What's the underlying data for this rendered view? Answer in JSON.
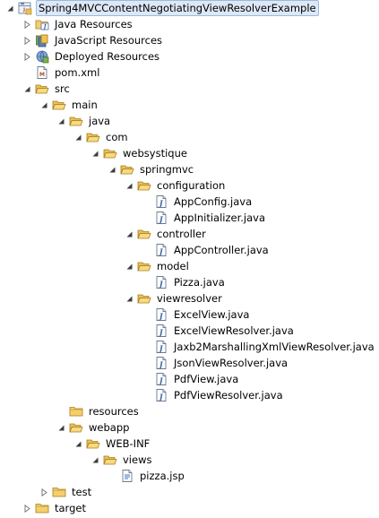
{
  "tree": [
    {
      "label": "Spring4MVCContentNegotiatingViewResolverExample",
      "icon": "maven-web-project-icon",
      "level": 0,
      "toggle": "expanded",
      "selected": true
    },
    {
      "label": "Java Resources",
      "icon": "java-resources-icon",
      "level": 1,
      "toggle": "collapsed"
    },
    {
      "label": "JavaScript Resources",
      "icon": "javascript-resources-icon",
      "level": 1,
      "toggle": "collapsed"
    },
    {
      "label": "Deployed Resources",
      "icon": "deployed-resources-icon",
      "level": 1,
      "toggle": "collapsed"
    },
    {
      "label": "pom.xml",
      "icon": "xml-file-icon",
      "level": 1,
      "toggle": "none"
    },
    {
      "label": "src",
      "icon": "folder-open-icon",
      "level": 1,
      "toggle": "expanded"
    },
    {
      "label": "main",
      "icon": "folder-open-icon",
      "level": 2,
      "toggle": "expanded"
    },
    {
      "label": "java",
      "icon": "folder-open-icon",
      "level": 3,
      "toggle": "expanded"
    },
    {
      "label": "com",
      "icon": "folder-open-icon",
      "level": 4,
      "toggle": "expanded"
    },
    {
      "label": "websystique",
      "icon": "folder-open-icon",
      "level": 5,
      "toggle": "expanded"
    },
    {
      "label": "springmvc",
      "icon": "folder-open-icon",
      "level": 6,
      "toggle": "expanded"
    },
    {
      "label": "configuration",
      "icon": "folder-open-icon",
      "level": 7,
      "toggle": "expanded"
    },
    {
      "label": "AppConfig.java",
      "icon": "java-file-icon",
      "level": 8,
      "toggle": "none"
    },
    {
      "label": "AppInitializer.java",
      "icon": "java-file-icon",
      "level": 8,
      "toggle": "none"
    },
    {
      "label": "controller",
      "icon": "folder-open-icon",
      "level": 7,
      "toggle": "expanded"
    },
    {
      "label": "AppController.java",
      "icon": "java-file-icon",
      "level": 8,
      "toggle": "none"
    },
    {
      "label": "model",
      "icon": "folder-open-icon",
      "level": 7,
      "toggle": "expanded"
    },
    {
      "label": "Pizza.java",
      "icon": "java-file-icon",
      "level": 8,
      "toggle": "none"
    },
    {
      "label": "viewresolver",
      "icon": "folder-open-icon",
      "level": 7,
      "toggle": "expanded"
    },
    {
      "label": "ExcelView.java",
      "icon": "java-file-icon",
      "level": 8,
      "toggle": "none"
    },
    {
      "label": "ExcelViewResolver.java",
      "icon": "java-file-icon",
      "level": 8,
      "toggle": "none"
    },
    {
      "label": "Jaxb2MarshallingXmlViewResolver.java",
      "icon": "java-file-icon",
      "level": 8,
      "toggle": "none"
    },
    {
      "label": "JsonViewResolver.java",
      "icon": "java-file-icon",
      "level": 8,
      "toggle": "none"
    },
    {
      "label": "PdfView.java",
      "icon": "java-file-icon",
      "level": 8,
      "toggle": "none"
    },
    {
      "label": "PdfViewResolver.java",
      "icon": "java-file-icon",
      "level": 8,
      "toggle": "none"
    },
    {
      "label": "resources",
      "icon": "folder-closed-icon",
      "level": 3,
      "toggle": "none"
    },
    {
      "label": "webapp",
      "icon": "folder-open-icon",
      "level": 3,
      "toggle": "expanded"
    },
    {
      "label": "WEB-INF",
      "icon": "folder-open-icon",
      "level": 4,
      "toggle": "expanded"
    },
    {
      "label": "views",
      "icon": "folder-open-icon",
      "level": 5,
      "toggle": "expanded"
    },
    {
      "label": "pizza.jsp",
      "icon": "jsp-file-icon",
      "level": 6,
      "toggle": "none"
    },
    {
      "label": "test",
      "icon": "folder-closed-icon",
      "level": 2,
      "toggle": "collapsed"
    },
    {
      "label": "target",
      "icon": "folder-closed-icon",
      "level": 1,
      "toggle": "collapsed"
    }
  ]
}
